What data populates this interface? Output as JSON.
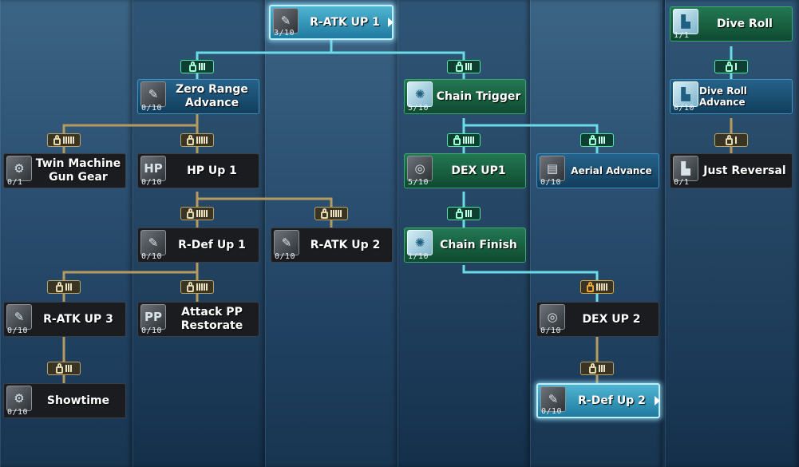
{
  "colors": {
    "link_active": "#6cdbe8",
    "link_inactive": "#b69a5e",
    "node_max": "#237852",
    "node_partial": "#25628a",
    "node_locked": "#1a1c1f",
    "node_selected": "#4fb5d2"
  },
  "skills": [
    {
      "id": "ratk-up-1",
      "name": "R-ATK UP 1",
      "level": "3/10",
      "state": "selected",
      "icon": "gun-icon"
    },
    {
      "id": "dive-roll",
      "name": "Dive Roll",
      "level": "1/1",
      "state": "max",
      "icon": "boot-icon"
    },
    {
      "id": "zero-range-advance",
      "name": "Zero Range Advance",
      "level": "0/10",
      "state": "partial",
      "icon": "gun-icon"
    },
    {
      "id": "chain-trigger",
      "name": "Chain Trigger",
      "level": "5/10",
      "state": "max",
      "icon": "chain-icon"
    },
    {
      "id": "dive-roll-advance",
      "name": "Dive Roll Advance",
      "level": "0/10",
      "state": "partial",
      "icon": "boot-icon"
    },
    {
      "id": "twin-machine-gun-gear",
      "name": "Twin Machine Gun Gear",
      "level": "0/1",
      "state": "locked",
      "icon": "gear-icon"
    },
    {
      "id": "hp-up-1",
      "name": "HP Up 1",
      "level": "0/10",
      "state": "locked",
      "icon": "hp-icon"
    },
    {
      "id": "dex-up-1",
      "name": "DEX UP1",
      "level": "5/10",
      "state": "max",
      "icon": "target-icon"
    },
    {
      "id": "aerial-advance",
      "name": "Aerial Advance",
      "level": "0/10",
      "state": "partial",
      "icon": "steps-icon"
    },
    {
      "id": "just-reversal",
      "name": "Just Reversal",
      "level": "0/1",
      "state": "locked",
      "icon": "boot-icon"
    },
    {
      "id": "rdef-up-1",
      "name": "R-Def Up 1",
      "level": "0/10",
      "state": "locked",
      "icon": "gun-icon"
    },
    {
      "id": "ratk-up-2",
      "name": "R-ATK Up 2",
      "level": "0/10",
      "state": "locked",
      "icon": "gun-icon"
    },
    {
      "id": "chain-finish",
      "name": "Chain Finish",
      "level": "1/10",
      "state": "max",
      "icon": "chain-icon"
    },
    {
      "id": "ratk-up-3",
      "name": "R-ATK UP 3",
      "level": "0/10",
      "state": "locked",
      "icon": "gun-icon"
    },
    {
      "id": "attack-pp-restorate",
      "name": "Attack PP Restorate",
      "level": "0/10",
      "state": "locked",
      "icon": "pp-icon"
    },
    {
      "id": "dex-up-2",
      "name": "DEX UP 2",
      "level": "0/10",
      "state": "locked",
      "icon": "target-icon"
    },
    {
      "id": "showtime",
      "name": "Showtime",
      "level": "0/10",
      "state": "locked",
      "icon": "gear-icon"
    },
    {
      "id": "rdef-up-2",
      "name": "R-Def Up 2",
      "level": "0/10",
      "state": "selected",
      "icon": "gun-icon"
    }
  ],
  "gates": [
    {
      "id": "g-zero-range",
      "state": "active",
      "bars": 3
    },
    {
      "id": "g-chain-trigger",
      "state": "active",
      "bars": 3
    },
    {
      "id": "g-dive-roll-adv",
      "state": "active",
      "bars": 1
    },
    {
      "id": "g-twin-mg",
      "state": "inactive",
      "bars": 5
    },
    {
      "id": "g-hp-up",
      "state": "inactive",
      "bars": 5
    },
    {
      "id": "g-dex-up-1",
      "state": "active",
      "bars": 5
    },
    {
      "id": "g-aerial",
      "state": "active",
      "bars": 3
    },
    {
      "id": "g-just-reversal",
      "state": "inactive",
      "bars": 1
    },
    {
      "id": "g-rdef-up-1",
      "state": "inactive",
      "bars": 5
    },
    {
      "id": "g-ratk-up-2",
      "state": "inactive",
      "bars": 5
    },
    {
      "id": "g-chain-finish",
      "state": "active",
      "bars": 3
    },
    {
      "id": "g-ratk-up-3",
      "state": "inactive",
      "bars": 3
    },
    {
      "id": "g-attack-pp",
      "state": "inactive",
      "bars": 5
    },
    {
      "id": "g-dex-up-2",
      "state": "orange",
      "bars": 5
    },
    {
      "id": "g-showtime",
      "state": "inactive",
      "bars": 3
    },
    {
      "id": "g-rdef-up-2",
      "state": "inactive",
      "bars": 3
    }
  ]
}
